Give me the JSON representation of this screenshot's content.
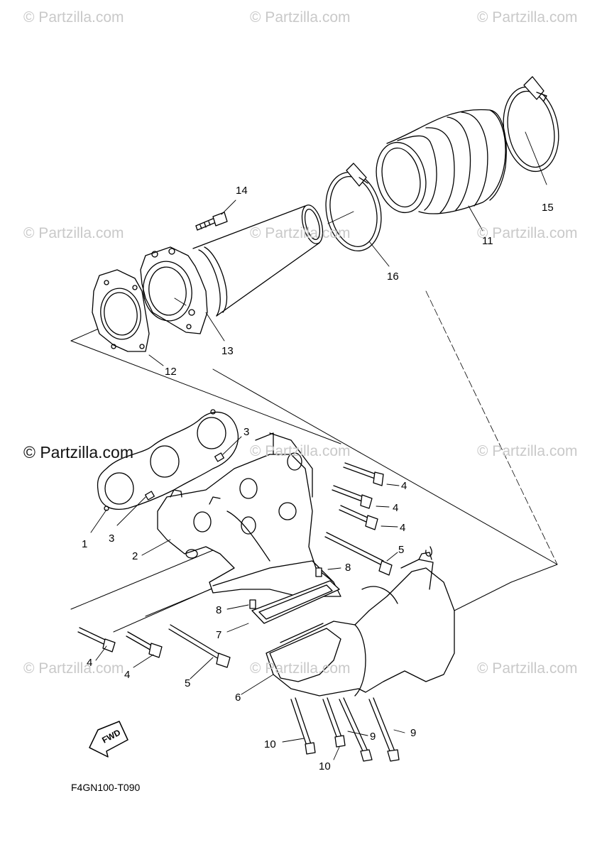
{
  "watermark": {
    "text": "© Partzilla.com",
    "strong_text": "© Partzilla.com"
  },
  "callouts": {
    "p1": "1",
    "p2": "2",
    "p3": "3",
    "p4": "4",
    "p5": "5",
    "p6": "6",
    "p7": "7",
    "p8": "8",
    "p9": "9",
    "p10": "10",
    "p11": "11",
    "p12": "12",
    "p13": "13",
    "p14": "14",
    "p15": "15",
    "p16": "16"
  },
  "direction_marker": "FWD",
  "diagram_code": "F4GN100-T090"
}
